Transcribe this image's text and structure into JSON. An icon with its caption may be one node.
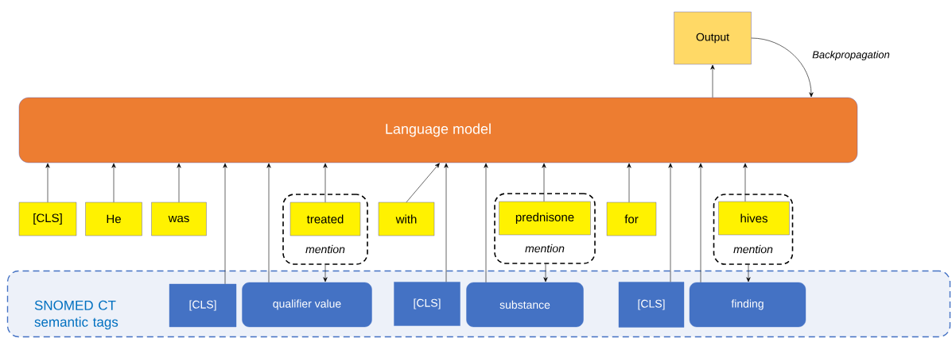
{
  "diagram": {
    "nodes": [
      {
        "text": [
          "Output"
        ]
      },
      {
        "text": [
          "Language model"
        ]
      },
      {
        "text": [
          "[CLS]"
        ]
      },
      {
        "text": [
          "He"
        ]
      },
      {
        "text": [
          "was"
        ]
      },
      {
        "text": [
          "mention"
        ]
      },
      {
        "text": [
          "treated"
        ],
        "in": 5
      },
      {
        "text": [
          "with"
        ]
      },
      {
        "text": [
          "mention"
        ]
      },
      {
        "text": [
          "prednisone"
        ],
        "in": 8
      },
      {
        "text": [
          "for"
        ]
      },
      {
        "text": [
          "mention"
        ]
      },
      {
        "text": [
          "hives"
        ],
        "in": 11
      },
      {
        "text": [
          "SNOMED CT semantic tags"
        ]
      },
      {
        "text": [
          "[CLS]"
        ],
        "in": 13
      },
      {
        "text": [
          "qualifier value"
        ],
        "in": 13
      },
      {
        "text": [
          "[CLS]"
        ],
        "in": 13
      },
      {
        "text": [
          "substance"
        ],
        "in": 13
      },
      {
        "text": [
          "[CLS]"
        ],
        "in": 13
      },
      {
        "text": [
          "finding"
        ],
        "in": 13
      }
    ],
    "edges": [
      {
        "from": 1,
        "to": 0,
        "arrow": "to"
      },
      {
        "from": 0,
        "to": 1,
        "arrow": "to",
        "label": "Backpropagation"
      },
      {
        "from": 2,
        "to": 1,
        "arrow": "to"
      },
      {
        "from": 3,
        "to": 1,
        "arrow": "to"
      },
      {
        "from": 4,
        "to": 1,
        "arrow": "to"
      },
      {
        "from": 14,
        "to": 1,
        "arrow": "to"
      },
      {
        "from": 15,
        "to": 1,
        "arrow": "to"
      },
      {
        "from": 6,
        "to": 1,
        "arrow": "to"
      },
      {
        "from": 7,
        "to": 1,
        "arrow": "to"
      },
      {
        "from": 16,
        "to": 1,
        "arrow": "to"
      },
      {
        "from": 17,
        "to": 1,
        "arrow": "to"
      },
      {
        "from": 9,
        "to": 1,
        "arrow": "to"
      },
      {
        "from": 10,
        "to": 1,
        "arrow": "to"
      },
      {
        "from": 18,
        "to": 1,
        "arrow": "to"
      },
      {
        "from": 19,
        "to": 1,
        "arrow": "to"
      },
      {
        "from": 12,
        "to": 1,
        "arrow": "to"
      },
      {
        "from": 5,
        "to": 15,
        "arrow": "to"
      },
      {
        "from": 8,
        "to": 17,
        "arrow": "to"
      },
      {
        "from": 11,
        "to": 19,
        "arrow": "to"
      }
    ]
  }
}
